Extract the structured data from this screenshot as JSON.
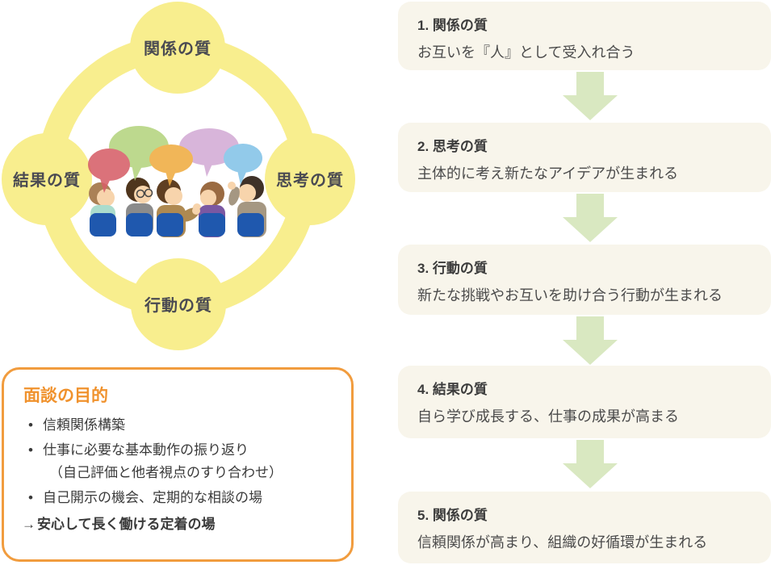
{
  "colors": {
    "yellow": "#f8ee8e",
    "label_text": "#4a4a52",
    "box_bg": "#f8f5eb",
    "arrow_green": "#d9e8c1",
    "orange_border": "#f19c3e",
    "orange_title": "#f0922d",
    "chair_blue": "#1f58ae"
  },
  "cycle": {
    "top": "関係の質",
    "right": "思考の質",
    "bottom": "行動の質",
    "left": "結果の質"
  },
  "illustration": {
    "bubbles": [
      {
        "name": "red",
        "color": "#d75f68"
      },
      {
        "name": "green",
        "color": "#b4d47f"
      },
      {
        "name": "orange",
        "color": "#f0ac42"
      },
      {
        "name": "purple",
        "color": "#d3abd5"
      },
      {
        "name": "blue",
        "color": "#83c3e8"
      }
    ]
  },
  "purpose": {
    "title": "面談の目的",
    "bullets": [
      {
        "marker": "•",
        "text": "信頼関係構築"
      },
      {
        "marker": "•",
        "text": "仕事に必要な基本動作の振り返り",
        "sub": "（自己評価と他者視点のすり合わせ）"
      },
      {
        "marker": "•",
        "text": "自己開示の機会、定期的な相談の場"
      }
    ],
    "conclusion_prefix": "→",
    "conclusion": "安心して長く働ける定着の場"
  },
  "steps": [
    {
      "title": "1. 関係の質",
      "desc": "お互いを『人』として受入れ合う"
    },
    {
      "title": "2. 思考の質",
      "desc": "主体的に考え新たなアイデアが生まれる"
    },
    {
      "title": "3. 行動の質",
      "desc": "新たな挑戦やお互いを助け合う行動が生まれる"
    },
    {
      "title": "4. 結果の質",
      "desc": "自ら学び成長する、仕事の成果が高まる"
    },
    {
      "title": "5. 関係の質",
      "desc": "信頼関係が高まり、組織の好循環が生まれる"
    }
  ]
}
